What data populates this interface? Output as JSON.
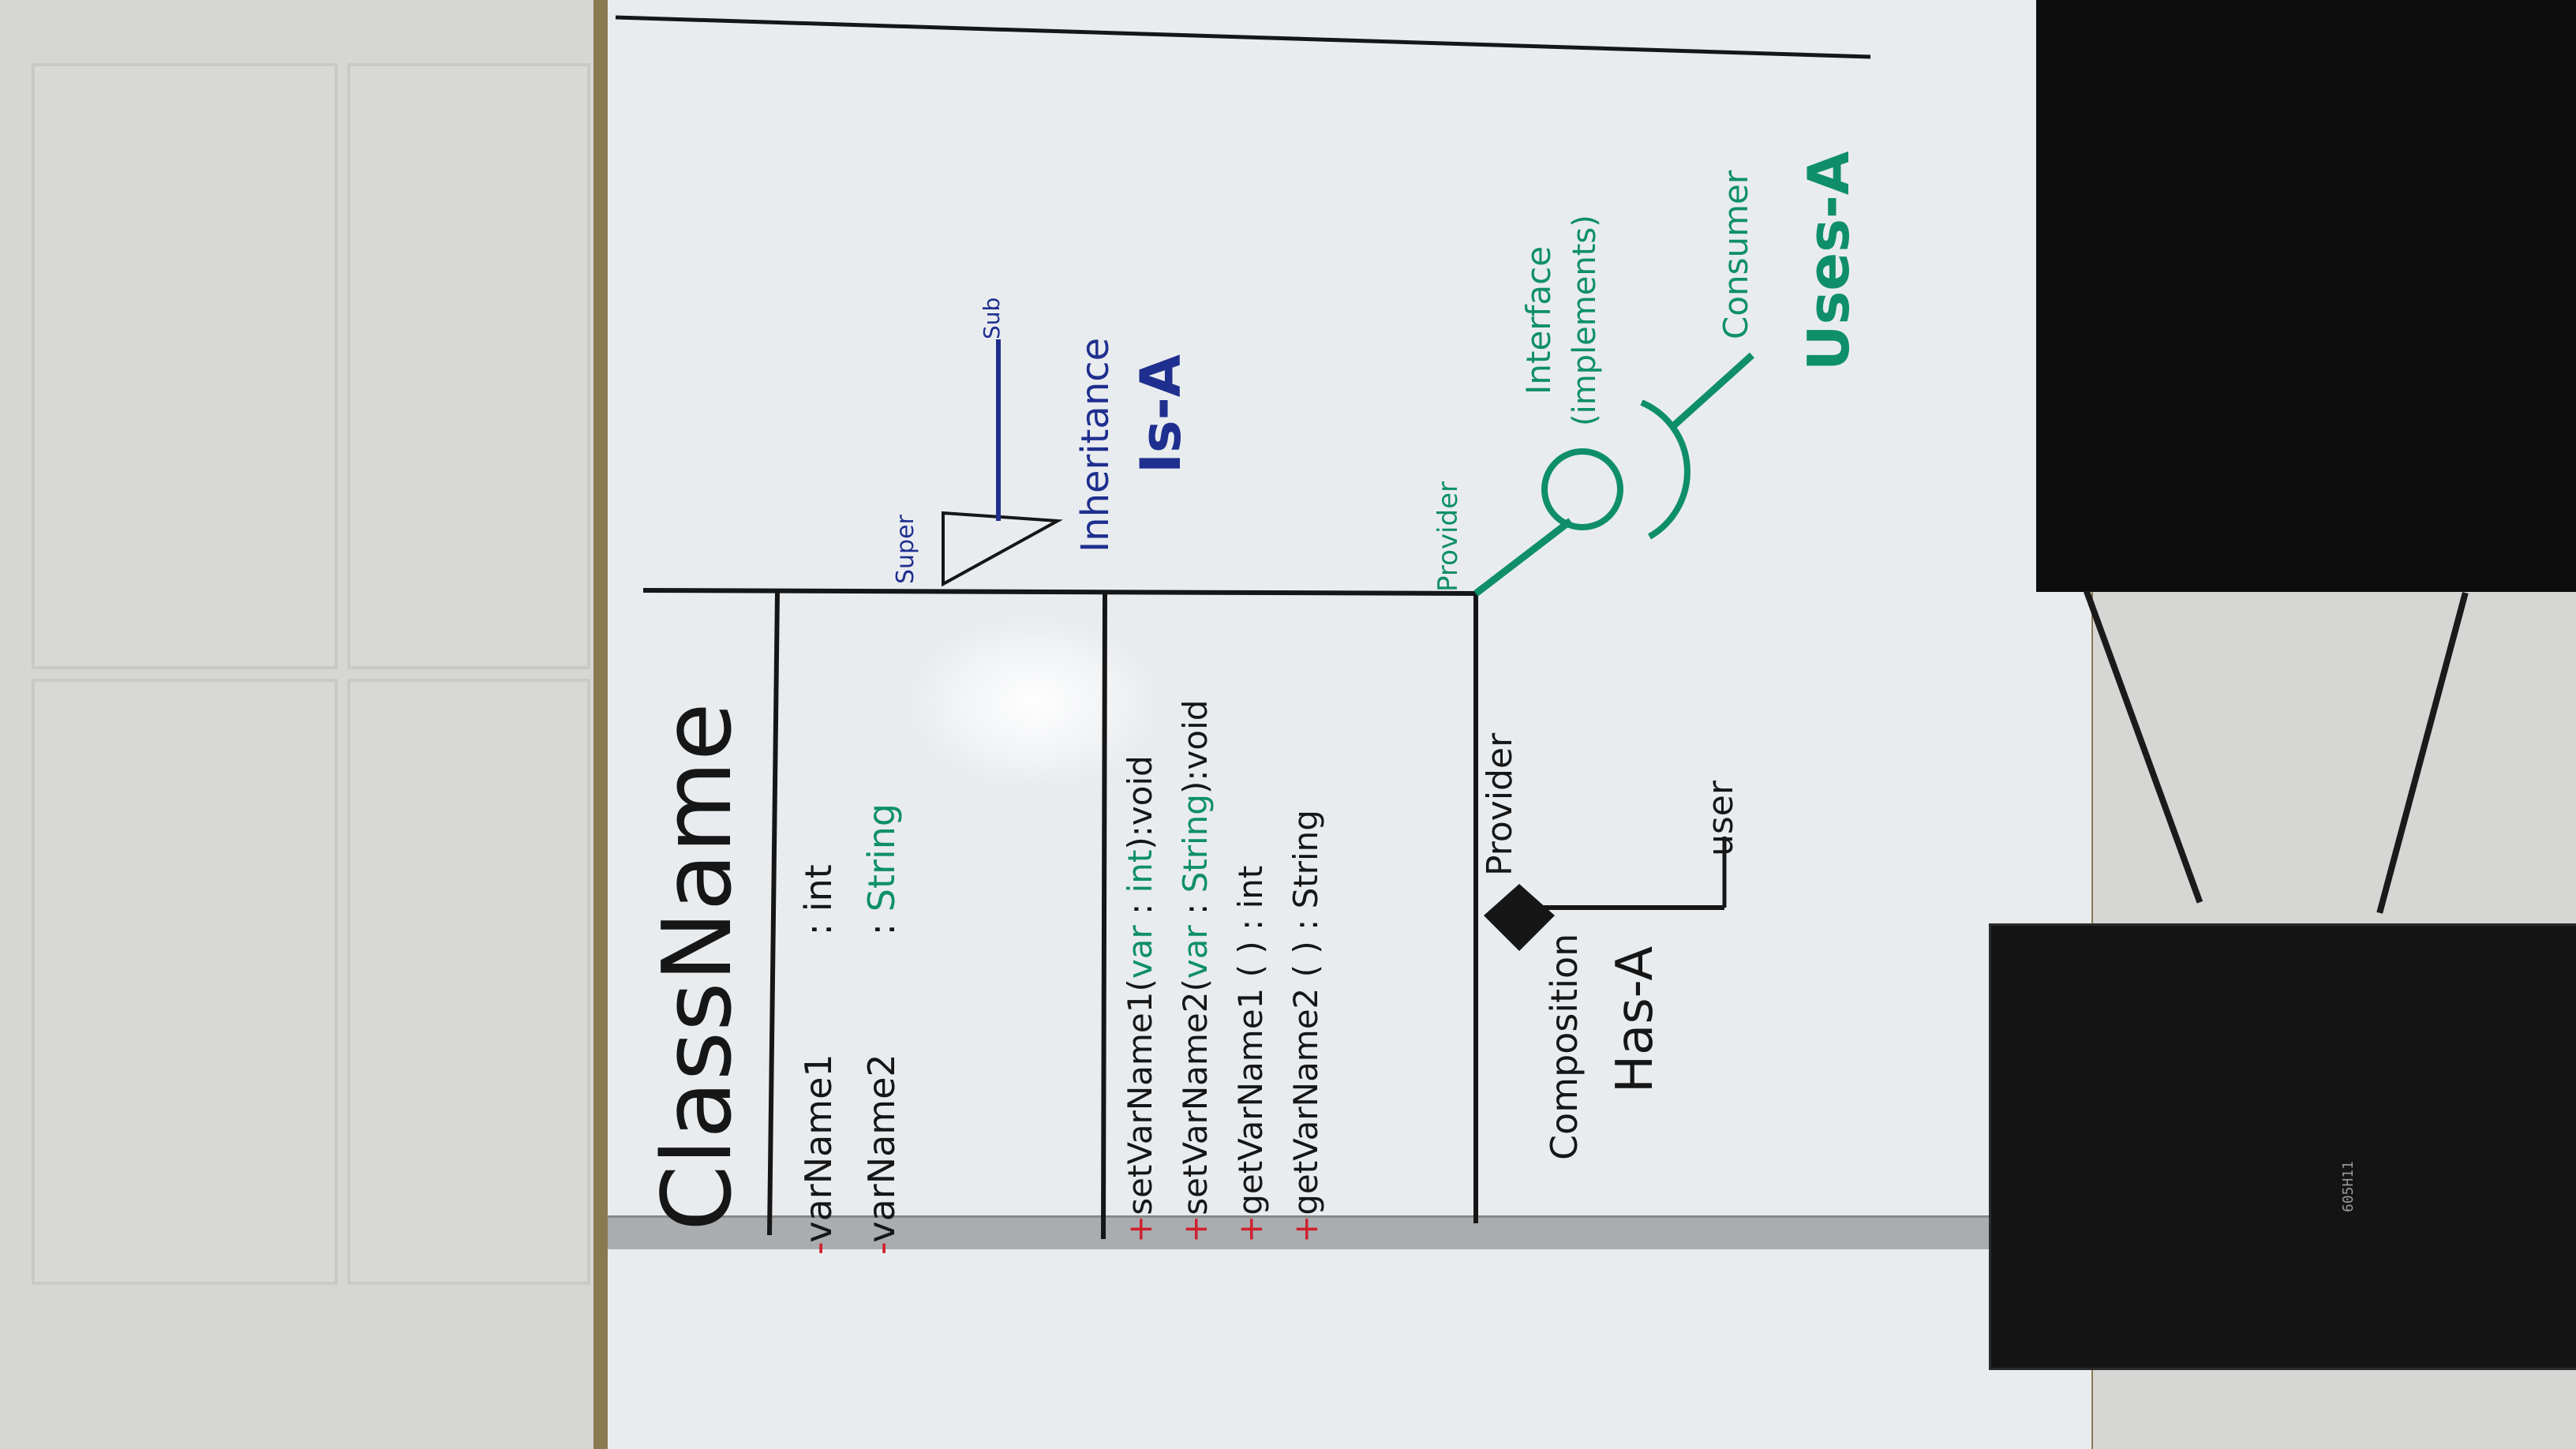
{
  "uml_class": {
    "name": "ClassName",
    "attributes": [
      {
        "visibility": "-",
        "name": "varName1",
        "sep": ":",
        "type": "int"
      },
      {
        "visibility": "-",
        "name": "varName2",
        "sep": ":",
        "type": "String"
      }
    ],
    "methods": [
      {
        "visibility": "+",
        "name": "setVarName1",
        "param_name": "var",
        "param_type": "int",
        "return": "void"
      },
      {
        "visibility": "+",
        "name": "setVarName2",
        "param_name": "var",
        "param_type": "String",
        "return": "void"
      },
      {
        "visibility": "+",
        "name": "getVarName1",
        "return": "int"
      },
      {
        "visibility": "+",
        "name": "getVarName2",
        "return": "String"
      }
    ]
  },
  "inheritance": {
    "super_label": "Super",
    "sub_label": "Sub",
    "title": "Inheritance",
    "relation": "Is-A"
  },
  "interface": {
    "provider_label": "Provider",
    "title": "Interface",
    "subtitle": "(implements)",
    "consumer_label": "Consumer",
    "relation": "Uses-A"
  },
  "composition": {
    "provider_label": "Provider",
    "user_label": "user",
    "title": "Composition",
    "relation": "Has-A"
  },
  "colors": {
    "ink_black": "#161616",
    "ink_green": "#0e8f6a",
    "ink_blue": "#1f2f8f",
    "ink_red": "#d0202c",
    "board": "#e9ecef"
  }
}
